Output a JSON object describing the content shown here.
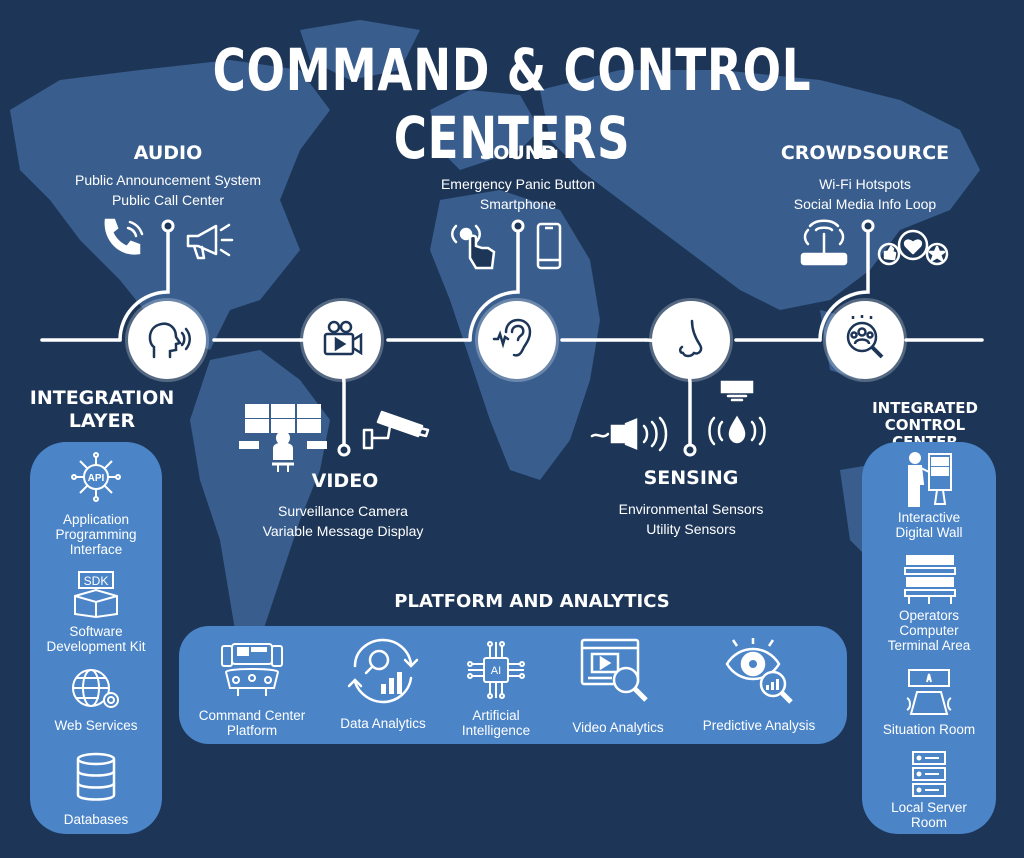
{
  "title": "COMMAND & CONTROL CENTERS",
  "colors": {
    "background": "#1d3658",
    "map": "#3e6598",
    "panel": "#4b85c8",
    "text": "#ffffff"
  },
  "audio": {
    "title": "AUDIO",
    "items": [
      "Public Announcement System",
      "Public Call Center"
    ]
  },
  "sound": {
    "title": "SOUND",
    "items": [
      "Emergency Panic Button",
      "Smartphone"
    ]
  },
  "crowdsource": {
    "title": "CROWDSOURCE",
    "items": [
      "Wi-Fi Hotspots",
      "Social Media Info Loop"
    ]
  },
  "video": {
    "title": "VIDEO",
    "items": [
      "Surveillance Camera",
      "Variable Message Display"
    ]
  },
  "sensing": {
    "title": "SENSING",
    "items": [
      "Environmental Sensors",
      "Utility Sensors"
    ]
  },
  "integration_layer": {
    "title_line1": "INTEGRATION",
    "title_line2": "LAYER",
    "items": [
      {
        "line1": "Application",
        "line2": "Programming",
        "line3": "Interface",
        "icon": "api-icon"
      },
      {
        "line1": "Software",
        "line2": "Development Kit",
        "icon": "sdk-icon",
        "icon_text": "SDK"
      },
      {
        "line1": "Web Services",
        "icon": "globe-gear-icon"
      },
      {
        "line1": "Databases",
        "icon": "database-icon"
      }
    ]
  },
  "integrated_control_center": {
    "title_line1": "INTEGRATED",
    "title_line2": "CONTROL CENTER",
    "items": [
      {
        "line1": "Interactive",
        "line2": "Digital Wall",
        "icon": "digital-wall-icon"
      },
      {
        "line1": "Operators",
        "line2": "Computer",
        "line3": "Terminal Area",
        "icon": "terminal-area-icon"
      },
      {
        "line1": "Situation Room",
        "icon": "situation-room-icon"
      },
      {
        "line1": "Local Server",
        "line2": "Room",
        "icon": "server-icon"
      }
    ]
  },
  "platform": {
    "title": "PLATFORM AND ANALYTICS",
    "items": [
      {
        "line1": "Command Center",
        "line2": "Platform",
        "icon": "command-center-icon"
      },
      {
        "line1": "Data Analytics",
        "icon": "data-analytics-icon"
      },
      {
        "line1": "Artificial",
        "line2": "Intelligence",
        "icon": "ai-chip-icon",
        "icon_text": "AI"
      },
      {
        "line1": "Video Analytics",
        "icon": "video-analytics-icon"
      },
      {
        "line1": "Predictive Analysis",
        "icon": "predictive-analysis-icon"
      }
    ]
  }
}
